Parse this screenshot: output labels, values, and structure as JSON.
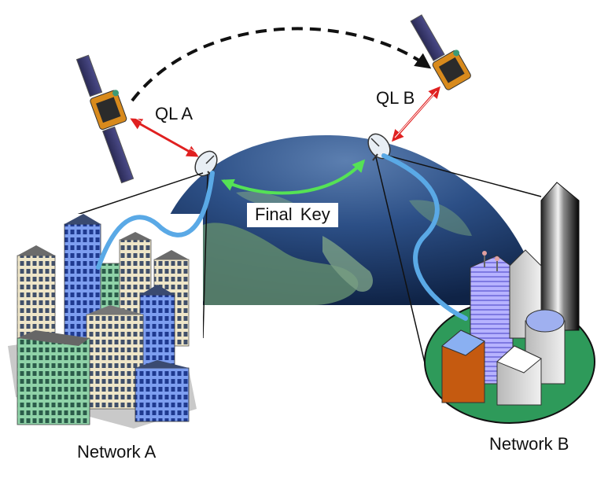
{
  "labels": {
    "ql_a": "QL A",
    "ql_b": "QL B",
    "final_key": "Final  Key",
    "network_a": "Network A",
    "network_b": "Network B"
  },
  "colors": {
    "earth_ocean": "#1f3d6b",
    "earth_land": "#5f8a6e",
    "quantum_link": "#e02020",
    "fiber_link": "#5aa9e6",
    "final_key_arrow": "#55e255",
    "satellite_orbit": "#111111",
    "island_green": "#2e9a5a"
  },
  "icons": {
    "satellite_a": "satellite-icon",
    "satellite_b": "satellite-icon",
    "ground_station_a": "satellite-dish-icon",
    "ground_station_b": "satellite-dish-icon",
    "city_a": "city-buildings-icon",
    "city_b": "city-buildings-icon",
    "earth": "globe-icon"
  }
}
